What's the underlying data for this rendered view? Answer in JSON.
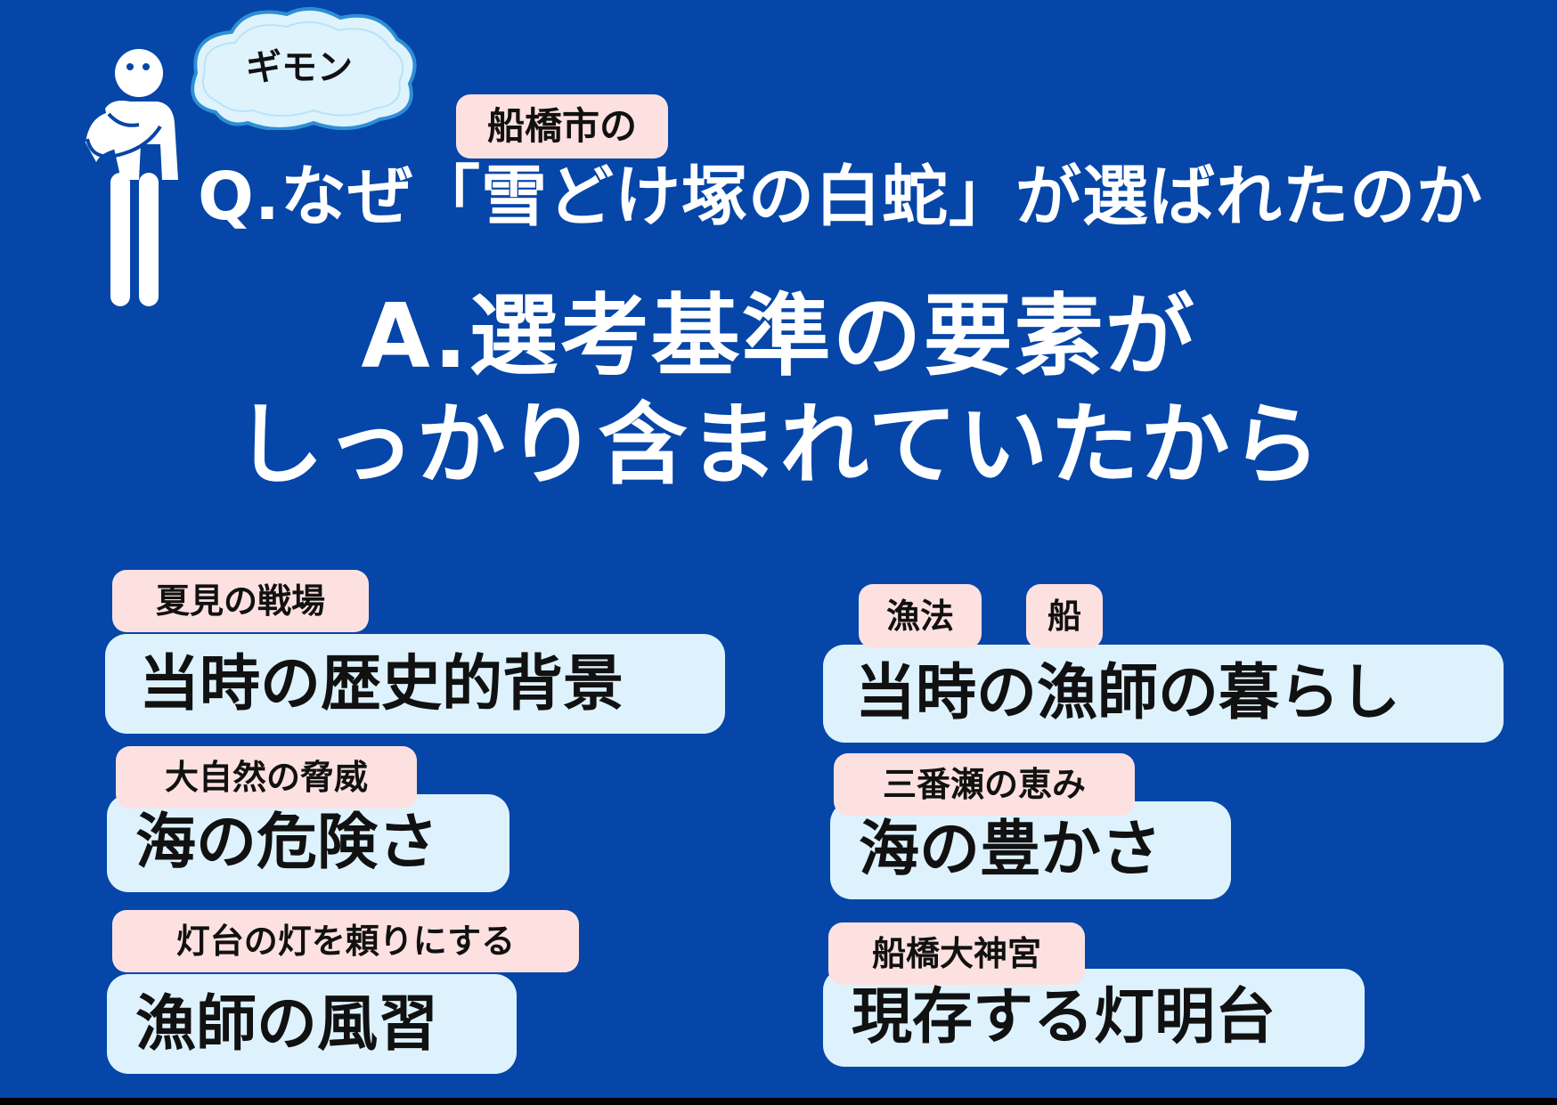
{
  "bubble": {
    "label": "ギモン"
  },
  "question": {
    "annotation": "船橋市の",
    "text": "Q.なぜ「雪どけ塚の白蛇」が選ばれたのか"
  },
  "answer": {
    "line1": "A.選考基準の要素が",
    "line2": "しっかり含まれていたから"
  },
  "elements": {
    "left": [
      {
        "tag": "夏見の戦場",
        "text": "当時の歴史的背景"
      },
      {
        "tag": "大自然の脅威",
        "text": "海の危険さ"
      },
      {
        "tag": "灯台の灯を頼りにする",
        "text": "漁師の風習"
      }
    ],
    "right": [
      {
        "tags": [
          "漁法",
          "船"
        ],
        "text": "当時の漁師の暮らし"
      },
      {
        "tag": "三番瀬の恵み",
        "text": "海の豊かさ"
      },
      {
        "tag": "船橋大神宮",
        "text": "現存する灯明台"
      }
    ]
  },
  "colors": {
    "background": "#0546a8",
    "tag_background": "#fde1e1",
    "box_background": "#def2fd",
    "bubble_fill": "#dff3fc",
    "bubble_stroke": "#2d8fd6"
  },
  "icons": {
    "figure": "thinking-person-icon",
    "bubble": "cloud-icon"
  }
}
